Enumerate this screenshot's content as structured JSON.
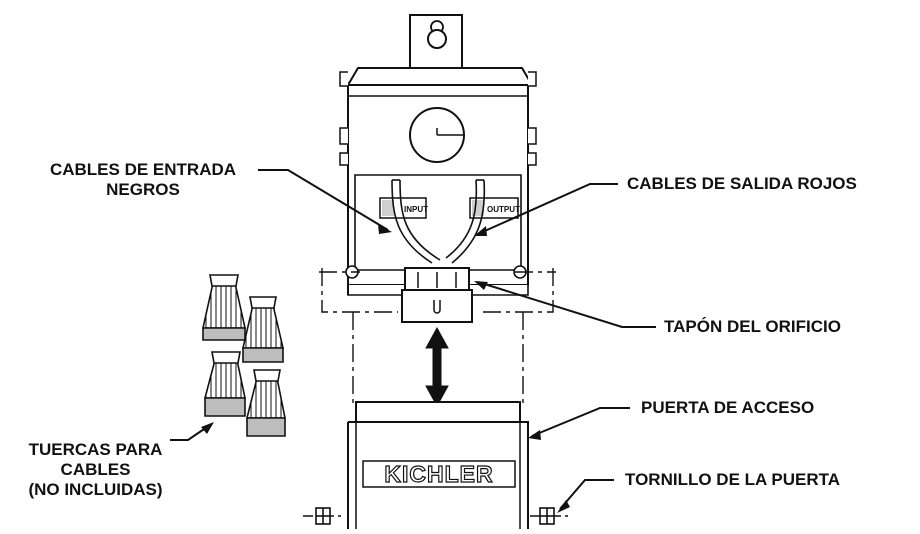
{
  "labels": {
    "input_wires_line1": "CABLES DE ENTRADA",
    "input_wires_line2": "NEGROS",
    "output_wires": "CABLES DE SALIDA ROJOS",
    "hole_plug": "TAPÓN DEL ORIFICIO",
    "access_door": "PUERTA DE ACCESO",
    "door_screw": "TORNILLO DE LA PUERTA",
    "wire_nuts_line1": "TUERCAS PARA",
    "wire_nuts_line2": "CABLES",
    "wire_nuts_line3": "(NO INCLUIDAS)"
  },
  "device_labels": {
    "input_tag": "INPUT",
    "output_tag": "OUTPUT",
    "brand": "KICHLER"
  },
  "colors": {
    "line": "#111111",
    "fill": "#ffffff",
    "shade": "#bdbdbd"
  }
}
